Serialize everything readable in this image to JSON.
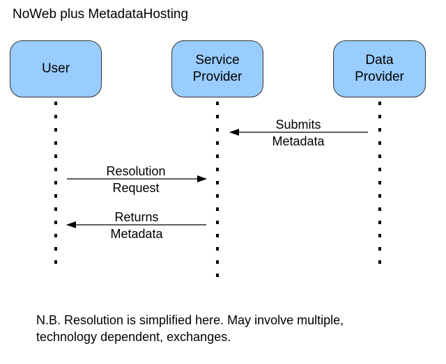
{
  "title": "NoWeb plus MetadataHosting",
  "actors": {
    "user": {
      "line1": "User",
      "line2": ""
    },
    "service_provider": {
      "line1": "Service",
      "line2": "Provider"
    },
    "data_provider": {
      "line1": "Data",
      "line2": "Provider"
    }
  },
  "messages": {
    "submits_metadata": {
      "line1": "Submits",
      "line2": "Metadata"
    },
    "resolution_request": {
      "line1": "Resolution",
      "line2": "Request"
    },
    "returns_metadata": {
      "line1": "Returns",
      "line2": "Metadata"
    }
  },
  "note": {
    "line1": "N.B. Resolution is simplified here. May involve multiple,",
    "line2": "technology dependent, exchanges."
  },
  "colors": {
    "actor_fill": "#99ccff",
    "actor_border": "#333333",
    "lines": "#000000"
  }
}
